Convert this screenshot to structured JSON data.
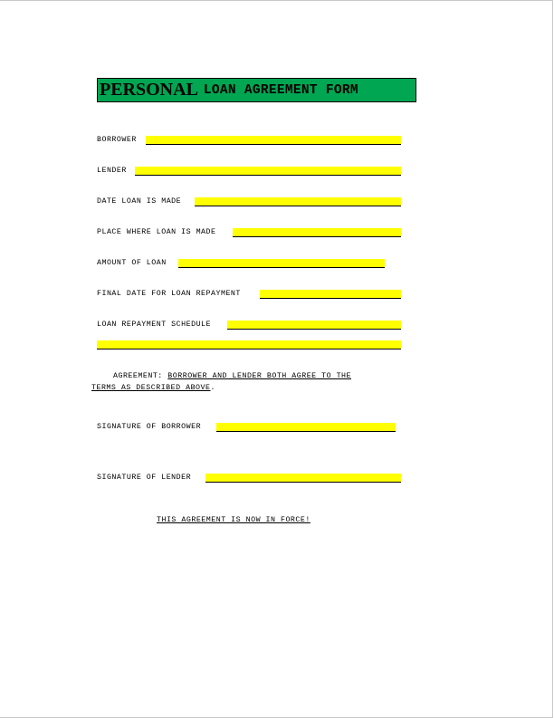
{
  "title": {
    "big": "PERSONAL",
    "small": "LOAN AGREEMENT FORM"
  },
  "fields": {
    "borrower": "BORROWER",
    "lender": "LENDER",
    "date_loan": "DATE LOAN IS MADE",
    "place_loan": "PLACE WHERE LOAN IS MADE",
    "amount": "AMOUNT OF LOAN",
    "final_date": "FINAL DATE FOR LOAN REPAYMENT",
    "schedule": "LOAN REPAYMENT SCHEDULE"
  },
  "agreement": {
    "lead": "AGREEMENT: ",
    "line1_underlined": "BORROWER AND LENDER BOTH AGREE TO THE",
    "line2_underlined": "TERMS AS DESCRIBED ABOVE",
    "line2_end": "."
  },
  "signatures": {
    "borrower": "SIGNATURE OF BORROWER",
    "lender": "SIGNATURE OF LENDER"
  },
  "footer": "THIS AGREEMENT IS NOW IN FORCE!",
  "colors": {
    "title_bg": "#00a651",
    "blank_fill": "#ffff00"
  }
}
